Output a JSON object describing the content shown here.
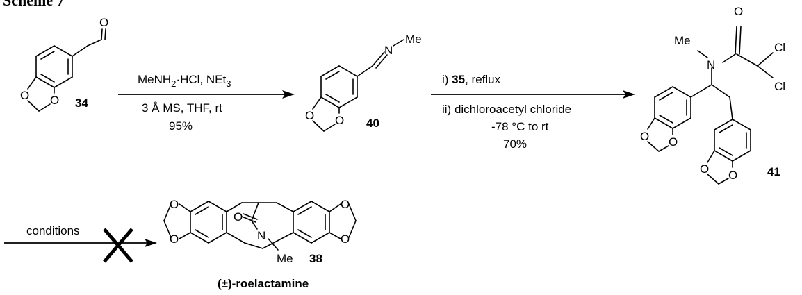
{
  "scheme_title": "Scheme 7",
  "compounds": {
    "c34": "34",
    "c40": "40",
    "c41": "41",
    "c38": "38",
    "roelactamine": "(±)-roelactamine"
  },
  "atoms": {
    "O": "O",
    "N": "N",
    "Me": "Me",
    "Cl": "Cl"
  },
  "step1": {
    "reagent_main": "MeNH",
    "reagent_sub": "2",
    "reagent_rest": "·HCl, NEt",
    "reagent_sub2": "3",
    "line2": "3 Å MS, THF, rt",
    "yield": "95%"
  },
  "step2": {
    "line1_prefix": "i) ",
    "line1_bold": "35",
    "line1_suffix": ", reflux",
    "line2": "ii) dichloroacetyl chloride",
    "line3": "-78 °C to rt",
    "yield": "70%"
  },
  "step3": {
    "conditions": "conditions"
  }
}
